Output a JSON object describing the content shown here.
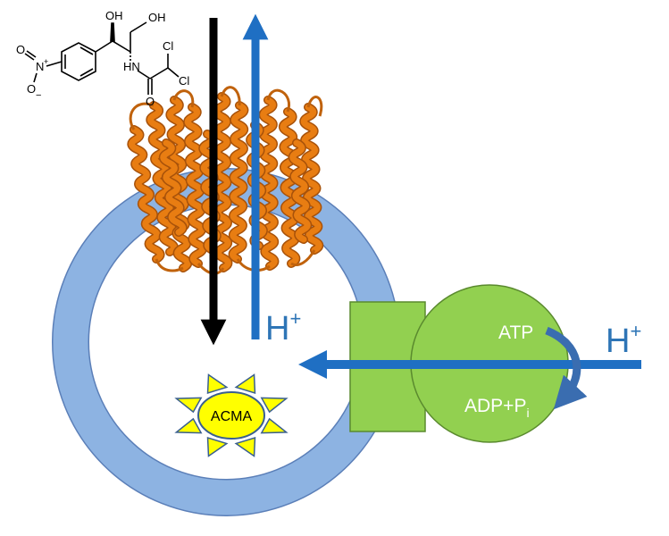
{
  "molecule": {
    "oh_top_left": "OH",
    "oh_top_right": "OH",
    "nitro_n": "N",
    "nitro_n_charge": "+",
    "nitro_o_upper": "O",
    "nitro_o_lower": "O",
    "nitro_o_charge": "−",
    "amide_nh": "HN",
    "amide_o": "O",
    "cl_upper": "Cl",
    "cl_lower": "Cl"
  },
  "labels": {
    "proton_left": "H",
    "proton_left_sup": "+",
    "proton_right": "H",
    "proton_right_sup": "+",
    "atp": "ATP",
    "adp": "ADP+P",
    "adp_sub": "i",
    "acma": "ACMA"
  },
  "colors": {
    "vesicle": "#8db3e2",
    "vesicle_stroke": "#5b7fb8",
    "atpase": "#92d050",
    "atpase_stroke": "#5a8a2e",
    "proton_arrow": "#1f6fc3",
    "drug_arrow": "#000000",
    "protein": "#e87d12",
    "protein_dark": "#a8520a",
    "acma_fill": "#ffff00",
    "acma_stroke": "#3a5f8f",
    "curved_arrow": "#3a6db0"
  }
}
